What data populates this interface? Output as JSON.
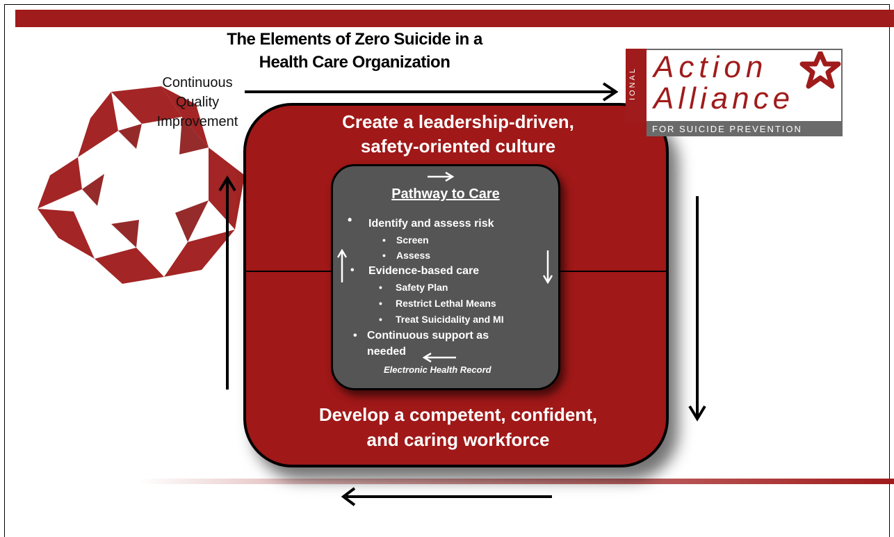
{
  "title": {
    "line1": "The Elements of Zero Suicide in a",
    "line2": "Health Care Organization"
  },
  "cycle_label": {
    "line1": "Continuous",
    "line2": "Quality",
    "line3": "Improvement"
  },
  "outer": {
    "top_line1": "Create a leadership-driven,",
    "top_line2": "safety-oriented culture",
    "bottom_line1": "Develop a competent, confident,",
    "bottom_line2": "and caring workforce"
  },
  "pathway": {
    "title": "Pathway to Care",
    "identify": "Identify and assess risk",
    "identify_items": [
      "Screen",
      "Assess"
    ],
    "evidence": "Evidence-based care",
    "evidence_items": [
      "Safety Plan",
      "Restrict Lethal Means",
      "Treat Suicidality and MI"
    ],
    "support_line1": "Continuous support as",
    "support_line2": "needed",
    "ehr": "Electronic Health Record"
  },
  "logo": {
    "strip": "IONAL",
    "word1": "Action",
    "word2": "Alliance",
    "sub": "FOR SUICIDE PREVENTION"
  },
  "colors": {
    "brand_red": "#a01b1b",
    "inner_gray": "#555555",
    "logo_gray": "#6a6a6a"
  },
  "icons": {
    "bullet": "•",
    "star": "star-logo-icon"
  }
}
